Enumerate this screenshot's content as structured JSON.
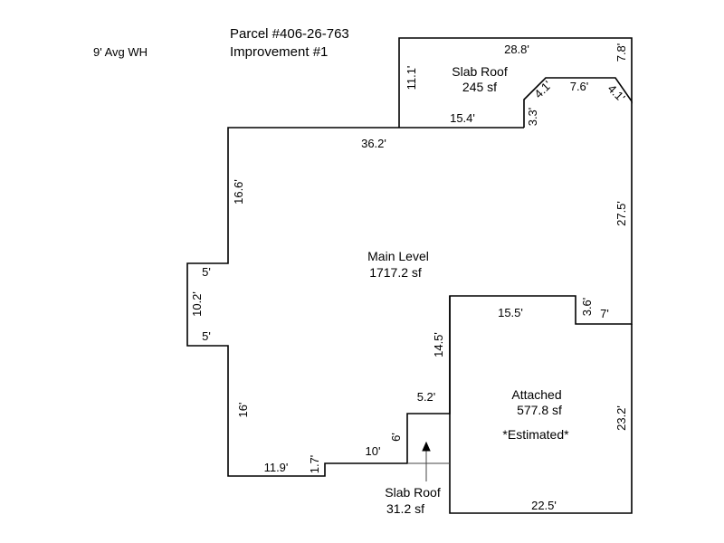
{
  "header": {
    "parcel": "Parcel #406-26-763",
    "improvement": "Improvement #1",
    "wall_height": "9' Avg WH"
  },
  "areas": {
    "slab_roof_top": {
      "name": "Slab Roof",
      "area": "245 sf"
    },
    "main_level": {
      "name": "Main Level",
      "area": "1717.2 sf"
    },
    "attached": {
      "name": "Attached",
      "area": "577.8 sf",
      "note": "*Estimated*"
    },
    "slab_roof_bottom": {
      "name": "Slab Roof",
      "area": "31.2 sf"
    }
  },
  "dimensions": {
    "d_28_8": "28.8'",
    "d_7_8": "7.8'",
    "d_11_1": "11.1'",
    "d_15_4": "15.4'",
    "d_3_3": "3.3'",
    "d_4_1_left": "4.1'",
    "d_7_6": "7.6'",
    "d_4_1_right": "4.1'",
    "d_36_2": "36.2'",
    "d_16_6": "16.6'",
    "d_27_5": "27.5'",
    "d_5_top": "5'",
    "d_10_2": "10.2'",
    "d_5_bottom": "5'",
    "d_3_6": "3.6'",
    "d_7": "7'",
    "d_15_5": "15.5'",
    "d_14_5": "14.5'",
    "d_16": "16'",
    "d_5_2": "5.2'",
    "d_23_2": "23.2'",
    "d_6": "6'",
    "d_10": "10'",
    "d_11_9": "11.9'",
    "d_1_7": "1.7'",
    "d_22_5": "22.5'"
  }
}
